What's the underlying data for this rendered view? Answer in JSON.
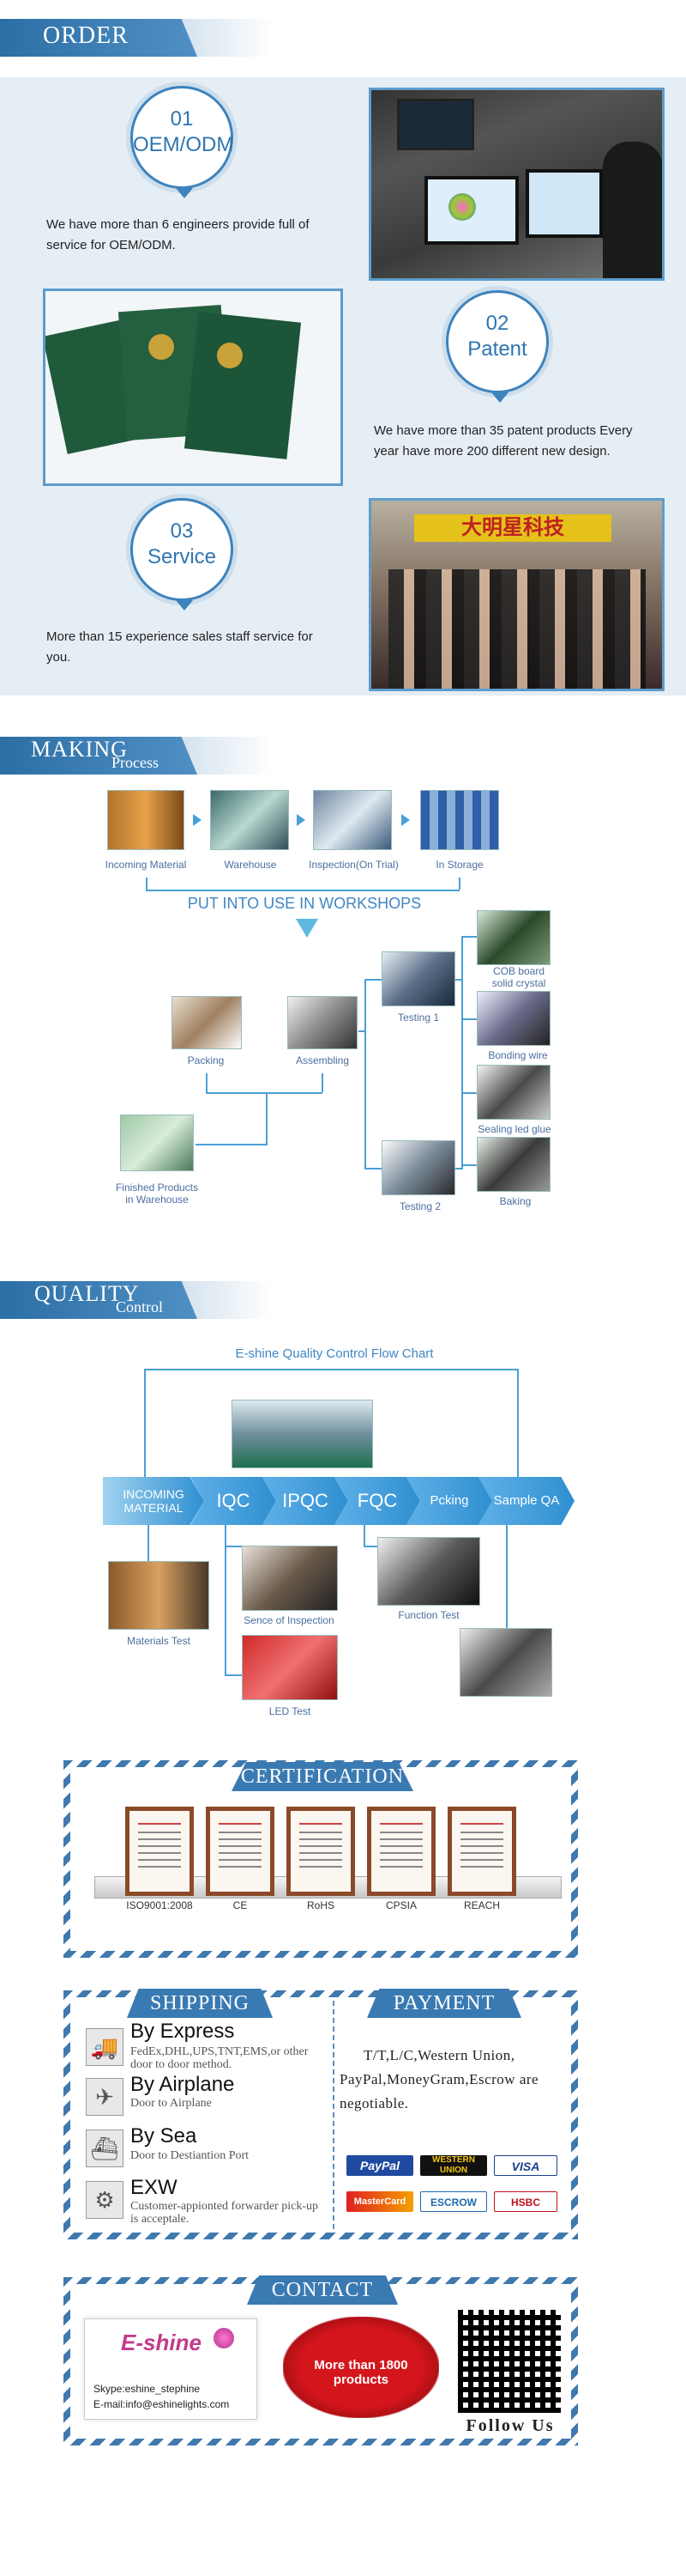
{
  "order": {
    "ribbon": "ORDER",
    "items": [
      {
        "num": "01",
        "label": "OEM/ODM",
        "text": "We have more than 6 engineers provide full of service for OEM/ODM."
      },
      {
        "num": "02",
        "label": "Patent",
        "text": "We have more than 35 patent products Every year have more 200 different new design."
      },
      {
        "num": "03",
        "label": "Service",
        "text": "More than 15 experience sales staff service for you."
      }
    ],
    "sign_text": "大明星科技"
  },
  "making": {
    "ribbon": "MAKING",
    "ribbon_sub": "Process",
    "steps": [
      "Incoming Material",
      "Warehouse",
      "Inspection(On Trial)",
      "In Storage"
    ],
    "put_into_use": "PUT INTO USE IN WORKSHOPS",
    "packing": "Packing",
    "assembling": "Assembling",
    "testing1": "Testing 1",
    "testing2": "Testing 2",
    "finished": "Finished Products in Warehouse",
    "cob": "COB board solid crystal",
    "bonding": "Bonding wire",
    "sealing": "Sealing led glue",
    "baking": "Baking"
  },
  "quality": {
    "ribbon": "QUALITY",
    "ribbon_sub": "Control",
    "chart_title": "E-shine Quality Control Flow Chart",
    "flow": [
      "INCOMING MATERIAL",
      "IQC",
      "IPQC",
      "FQC",
      "Pcking",
      "Sample QA"
    ],
    "materials_test": "Materials Test",
    "sence": "Sence of Inspection",
    "function_test": "Function Test",
    "led_test": "LED Test"
  },
  "certification": {
    "title": "CERTIFICATION",
    "items": [
      "ISO9001:2008",
      "CE",
      "RoHS",
      "CPSIA",
      "REACH"
    ]
  },
  "shipping": {
    "title": "SHIPPING",
    "methods": [
      {
        "title": "By Express",
        "sub": "FedEx,DHL,UPS,TNT,EMS,or other door to door method.",
        "icon": "truck-icon"
      },
      {
        "title": "By Airplane",
        "sub": "Door to Airplane",
        "icon": "airplane-icon"
      },
      {
        "title": "By Sea",
        "sub": "Door to Destiantion Port",
        "icon": "ship-icon"
      },
      {
        "title": "EXW",
        "sub": "Customer-appionted forwarder pick-up is acceptale.",
        "icon": "forklift-icon"
      }
    ]
  },
  "payment": {
    "title": "PAYMENT",
    "text": "T/T,L/C,Western Union, PayPal,MoneyGram,Escrow are negotiable.",
    "logos": [
      "PayPal",
      "WESTERN UNION",
      "VISA",
      "MasterCard",
      "ESCROW",
      "HSBC"
    ]
  },
  "contact": {
    "title": "CONTACT",
    "brand": "E-shine",
    "skype": "Skype:eshine_stephine",
    "email": "E-mail:info@eshinelights.com",
    "badge": "More than 1800 products",
    "follow": "Follow Us"
  },
  "colors": {
    "accent": "#3a7ab3",
    "light_bg": "#e8f0f6",
    "line": "#4aa0d5"
  }
}
